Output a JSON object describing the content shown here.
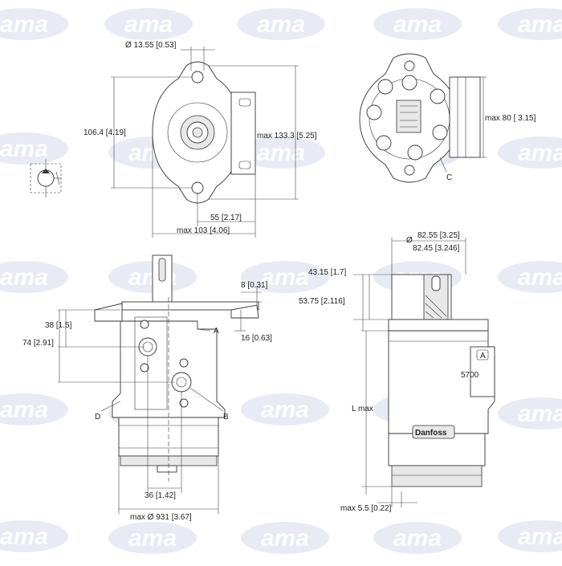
{
  "watermark": {
    "logo_text": "ama"
  },
  "top_view": {
    "hole_diameter": "Ø 13.55 [0.53]",
    "height": "106.4 [4.19]",
    "max_height": "max 133.3 [5.25]",
    "offset": "55 [2.17]",
    "max_width": "max 103 [4.06]"
  },
  "end_view": {
    "max_width": "max 80 [ 3.15]",
    "label_c": "C"
  },
  "front_view": {
    "flange_thickness": "8 [0.31]",
    "dim_38": "38 [1.5]",
    "dim_74": "74 [2.91]",
    "dim_16": "16 [0.63]",
    "label_a": "A",
    "label_b": "B",
    "label_d": "D",
    "dim_36": "36 [1.42]",
    "max_diameter": "max Ø 931 [3.67]"
  },
  "side_view": {
    "diameter_symbol": "Ø",
    "pilot_max": "82.55 [3.25]",
    "pilot_min": "82.45 [3.246]",
    "dim_43": "43.15 [1.7]",
    "dim_53": "53.75 [2.116]",
    "length": "L max",
    "max_gap": "max 5.5 [0.22]",
    "model": "5700",
    "brand": "Danfoss",
    "port_letter": "A"
  }
}
